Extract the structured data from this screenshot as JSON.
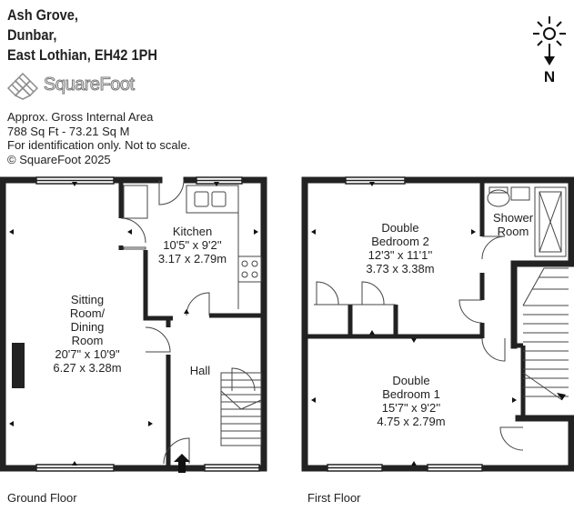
{
  "address": {
    "line1": "Ash Grove,",
    "line2": "Dunbar,",
    "line3": "East Lothian, EH42 1PH"
  },
  "logo": {
    "text": "SquareFoot"
  },
  "info": {
    "line1": "Approx. Gross Internal Area",
    "line2": "788 Sq Ft  -  73.21 Sq M",
    "line3": "For identification only. Not to scale.",
    "line4": "© SquareFoot 2025"
  },
  "compass": {
    "north_label": "N"
  },
  "ground_floor": {
    "label": "Ground Floor",
    "rooms": {
      "sitting": {
        "line1": "Sitting",
        "line2": "Room/",
        "line3": "Dining",
        "line4": "Room",
        "imperial": "20'7\" x 10'9\"",
        "metric": "6.27 x 3.28m"
      },
      "kitchen": {
        "line1": "Kitchen",
        "imperial": "10'5\" x 9'2''",
        "metric": "3.17 x 2.79m"
      },
      "hall": {
        "line1": "Hall"
      }
    }
  },
  "first_floor": {
    "label": "First Floor",
    "rooms": {
      "bedroom2": {
        "line1": "Double",
        "line2": "Bedroom 2",
        "imperial": "12'3\" x 11'1''",
        "metric": "3.73 x 3.38m"
      },
      "shower": {
        "line1": "Shower",
        "line2": "Room"
      },
      "bedroom1": {
        "line1": "Double",
        "line2": "Bedroom 1",
        "imperial": "15'7\" x 9'2''",
        "metric": "4.75 x 2.79m"
      }
    }
  }
}
